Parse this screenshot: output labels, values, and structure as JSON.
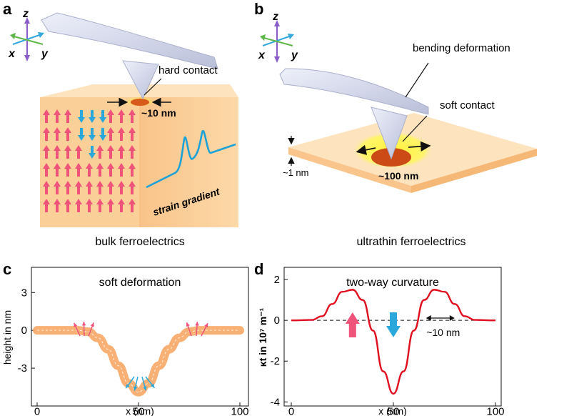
{
  "figure": {
    "panels": {
      "a": {
        "letter": "a",
        "axes": {
          "z": "z",
          "x": "x",
          "y": "y"
        },
        "hard_contact": "hard contact",
        "contact_size": "~10 nm",
        "strain_gradient": "strain gradient",
        "caption": "bulk ferroelectrics"
      },
      "b": {
        "letter": "b",
        "axes": {
          "z": "z",
          "x": "x",
          "y": "y"
        },
        "bending": "bending deformation",
        "soft_contact": "soft contact",
        "thickness": "~1 nm",
        "contact_size": "~100 nm",
        "caption": "ultrathin ferroelectrics"
      }
    }
  },
  "colors": {
    "cube_face": "#fbd29a",
    "cube_top": "#fde4bf",
    "pink_arrow": "#f0537a",
    "blue_arrow": "#2aa8dc",
    "tip": "#cfd3e8",
    "red_line": "#e00f1f",
    "orange_band": "#f7a766"
  },
  "chart_data": [
    {
      "type": "line",
      "panel": "c",
      "title": "soft deformation",
      "xlabel": "x (nm)",
      "ylabel": "height in nm",
      "xlim": [
        0,
        100
      ],
      "ylim": [
        -6,
        5
      ],
      "xticks": [
        "0",
        "50",
        "100"
      ],
      "yticks": [
        "3",
        "0",
        "-3"
      ],
      "x": [
        0,
        10,
        20,
        25,
        30,
        35,
        40,
        45,
        50,
        55,
        60,
        65,
        70,
        75,
        80,
        90,
        100
      ],
      "y": [
        0,
        0,
        0,
        -0.1,
        -0.6,
        -1.5,
        -2.8,
        -4.2,
        -4.9,
        -4.2,
        -2.8,
        -1.5,
        -0.6,
        -0.1,
        0,
        0,
        0
      ]
    },
    {
      "type": "line",
      "panel": "d",
      "title": "two-way curvature",
      "xlabel": "x (nm)",
      "ylabel": "κt in 10⁷ m⁻¹",
      "xlim": [
        0,
        100
      ],
      "ylim": [
        -4.2,
        2.6
      ],
      "xticks": [
        "0",
        "50",
        "100"
      ],
      "yticks": [
        "2",
        "0",
        "-2",
        "-4"
      ],
      "annotation": "~10 nm",
      "x": [
        0,
        10,
        15,
        20,
        25,
        30,
        35,
        40,
        45,
        50,
        55,
        60,
        65,
        70,
        75,
        80,
        85,
        90,
        100
      ],
      "y": [
        0,
        0.02,
        0.2,
        0.8,
        1.4,
        1.5,
        1.0,
        -0.5,
        -2.5,
        -3.6,
        -2.5,
        -0.5,
        1.0,
        1.5,
        1.4,
        0.8,
        0.2,
        0.02,
        0
      ]
    }
  ]
}
